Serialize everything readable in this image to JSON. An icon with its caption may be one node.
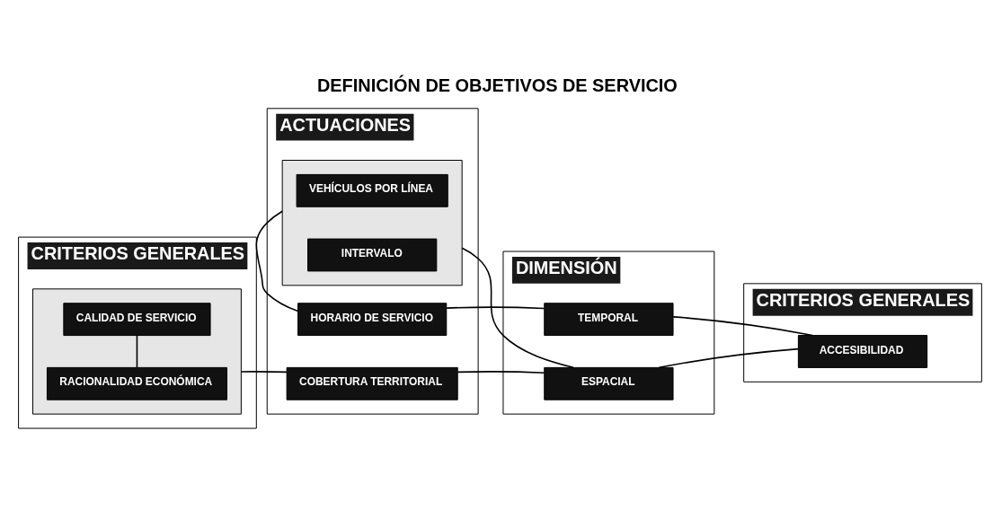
{
  "diagram": {
    "title": "DEFINICIÓN DE OBJETIVOS DE SERVICIO",
    "nodes": [
      {
        "text": [
          "CRITERIOS GENERALES"
        ]
      },
      {
        "text": [],
        "shape": "box",
        "in": 0
      },
      {
        "text": [
          "CALIDAD DE SERVICIO"
        ],
        "in": 1
      },
      {
        "text": [
          "RACIONALIDAD ECONÓMICA"
        ],
        "in": 1
      },
      {
        "text": [
          "ACTUACIONES"
        ]
      },
      {
        "text": [
          "HORARIO DE SERVICIO"
        ],
        "in": 4
      },
      {
        "text": [
          "COBERTURA TERRITORIAL"
        ],
        "in": 4
      },
      {
        "text": [],
        "shape": "box",
        "in": 4
      },
      {
        "text": [
          "VEHÍCULOS POR LÍNEA"
        ],
        "in": 7
      },
      {
        "text": [
          "INTERVALO"
        ],
        "in": 7
      },
      {
        "text": [
          "DIMENSIÓN"
        ]
      },
      {
        "text": [
          "TEMPORAL"
        ],
        "in": 10
      },
      {
        "text": [
          "ESPACIAL"
        ],
        "in": 10
      },
      {
        "text": [
          "CRITERIOS GENERALES"
        ]
      },
      {
        "text": [
          "ACCESIBILIDAD"
        ],
        "in": 13
      }
    ],
    "edges": [
      {
        "from": 2,
        "to": 3,
        "arrow": "none"
      },
      {
        "from": 1,
        "to": 6,
        "arrow": "none"
      },
      {
        "from": 5,
        "to": 11,
        "arrow": "none"
      },
      {
        "from": 6,
        "to": 12,
        "arrow": "none"
      },
      {
        "from": 5,
        "to": 7,
        "arrow": "none"
      },
      {
        "from": 7,
        "to": 12,
        "arrow": "none"
      },
      {
        "from": 11,
        "to": 14,
        "arrow": "none"
      },
      {
        "from": 12,
        "to": 14,
        "arrow": "none"
      }
    ]
  }
}
